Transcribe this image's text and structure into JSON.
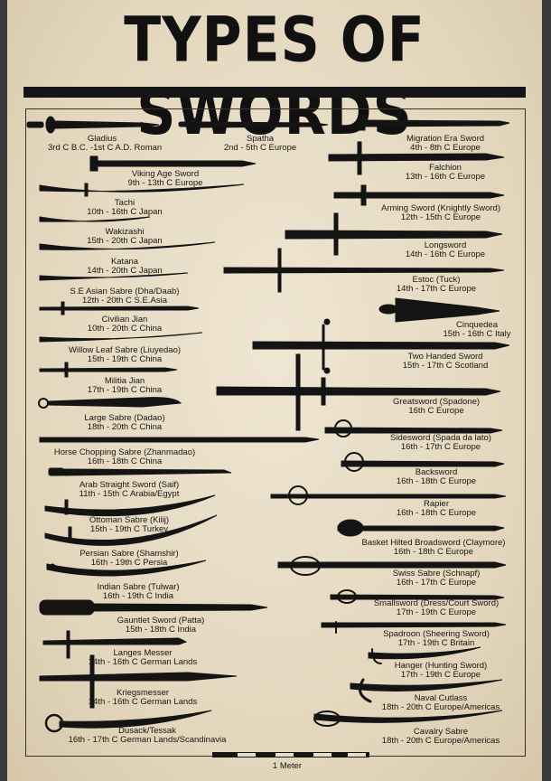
{
  "title": "TYPES OF SWORDS",
  "scale_label": "1 Meter",
  "swords": [
    {
      "name": "Gladius",
      "period": "3rd C B.C. -1st C A.D. Roman"
    },
    {
      "name": "Spatha",
      "period": "2nd - 5th C Europe"
    },
    {
      "name": "Migration Era Sword",
      "period": "4th - 8th C Europe"
    },
    {
      "name": "Viking Age Sword",
      "period": "9th - 13th C Europe"
    },
    {
      "name": "Falchion",
      "period": "13th - 16th C Europe"
    },
    {
      "name": "Tachi",
      "period": "10th - 16th C Japan"
    },
    {
      "name": "Arming Sword (Knightly Sword)",
      "period": "12th - 15th C Europe"
    },
    {
      "name": "Wakizashi",
      "period": "15th - 20th C Japan"
    },
    {
      "name": "Longsword",
      "period": "14th - 16th C Europe"
    },
    {
      "name": "Katana",
      "period": "14th - 20th C Japan"
    },
    {
      "name": "Estoc (Tuck)",
      "period": "14th - 17th C Europe"
    },
    {
      "name": "S.E Asian Sabre (Dha/Daab)",
      "period": "12th - 20th C S.E.Asia"
    },
    {
      "name": "Civilian Jian",
      "period": "10th - 20th C China"
    },
    {
      "name": "Cinquedea",
      "period": "15th - 16th C Italy"
    },
    {
      "name": "Willow Leaf Sabre (Liuyedao)",
      "period": "15th - 19th C China"
    },
    {
      "name": "Two Handed Sword",
      "period": "15th - 17th C Scotland"
    },
    {
      "name": "Militia Jian",
      "period": "17th - 19th C China"
    },
    {
      "name": "Greatsword (Spadone)",
      "period": "16th C Europe"
    },
    {
      "name": "Large Sabre (Dadao)",
      "period": "18th - 20th C China"
    },
    {
      "name": "Sidesword (Spada da lato)",
      "period": "16th - 17th C Europe"
    },
    {
      "name": "Horse Chopping Sabre (Zhanmadao)",
      "period": "16th - 18th C China"
    },
    {
      "name": "Backsword",
      "period": "16th - 18th C Europe"
    },
    {
      "name": "Arab Straight Sword (Saif)",
      "period": "11th - 15th C Arabia/Egypt"
    },
    {
      "name": "Rapier",
      "period": "16th - 18th C Europe"
    },
    {
      "name": "Ottoman Sabre (Kilij)",
      "period": "15th - 19th C Turkey"
    },
    {
      "name": "Basket Hilted Broadsword (Claymore)",
      "period": "16th - 18th C Europe"
    },
    {
      "name": "Persian Sabre (Shamshir)",
      "period": "16th - 19th C Persia"
    },
    {
      "name": "Swiss Sabre (Schnapf)",
      "period": "16th - 17th C Europe"
    },
    {
      "name": "Indian Sabre (Tulwar)",
      "period": "16th - 19th C India"
    },
    {
      "name": "Smallsword (Dress/Court Sword)",
      "period": "17th - 19th C Europe"
    },
    {
      "name": "Gauntlet Sword (Patta)",
      "period": "15th - 18th C India"
    },
    {
      "name": "Spadroon (Sheering Sword)",
      "period": "17th - 19th C Britain"
    },
    {
      "name": "Langes Messer",
      "period": "14th - 16th C German Lands"
    },
    {
      "name": "Hanger (Hunting Sword)",
      "period": "17th - 19th C Europe"
    },
    {
      "name": "Kriegsmesser",
      "period": "14th - 16th C German Lands"
    },
    {
      "name": "Naval Cutlass",
      "period": "18th - 20th C Europe/Americas"
    },
    {
      "name": "Dusack/Tessak",
      "period": "16th - 17th C German Lands/Scandinavia"
    },
    {
      "name": "Cavalry Sabre",
      "period": "18th - 20th C Europe/Americas"
    }
  ]
}
